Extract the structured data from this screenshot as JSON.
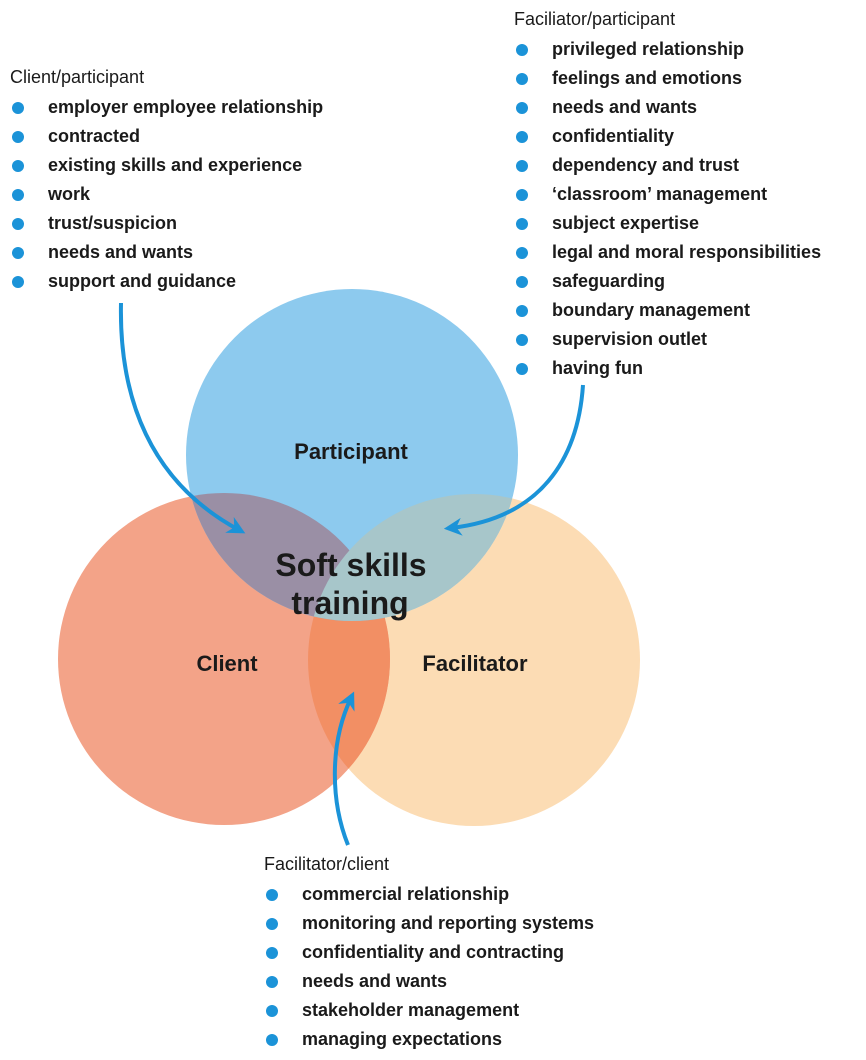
{
  "diagram": {
    "colors": {
      "participant": "#8dcaee",
      "client": "#f3a388",
      "facilitator": "#fcdcb4",
      "client_participant_overlap": "#9a8fa5",
      "facilitator_participant_overlap": "#a7c6ca",
      "client_facilitator_overlap": "#f28f64",
      "arrow": "#1b93d8",
      "bullet": "#1b93d8"
    },
    "circles": {
      "participant": {
        "label": "Participant"
      },
      "client": {
        "label": "Client"
      },
      "facilitator": {
        "label": "Facilitator"
      }
    },
    "center": {
      "line1": "Soft skills",
      "line2": "training"
    },
    "client_participant": {
      "heading": "Client/participant",
      "items": [
        "employer employee relationship",
        "contracted",
        "existing skills and experience",
        "work",
        "trust/suspicion",
        "needs and wants",
        "support and guidance"
      ]
    },
    "facilitator_participant": {
      "heading": "Faciliator/participant",
      "items": [
        "privileged relationship",
        "feelings and emotions",
        "needs and wants",
        "confidentiality",
        "dependency and trust",
        "‘classroom’ management",
        "subject expertise",
        "legal and moral responsibilities",
        "safeguarding",
        "boundary management",
        "supervision outlet",
        "having fun"
      ]
    },
    "facilitator_client": {
      "heading": "Facilitator/client",
      "items": [
        "commercial relationship",
        "monitoring and reporting systems",
        "confidentiality and contracting",
        "needs and wants",
        "stakeholder management",
        "managing expectations"
      ]
    }
  }
}
